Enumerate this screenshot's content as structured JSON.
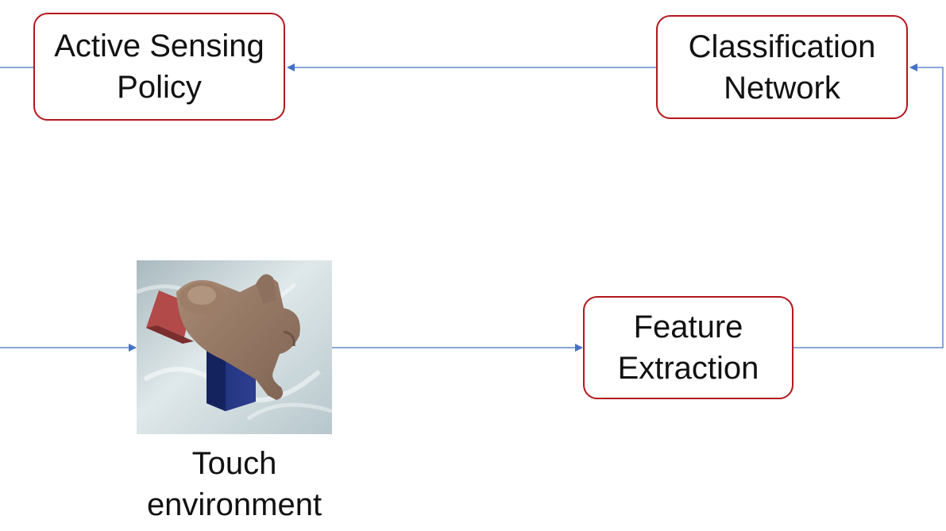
{
  "nodes": {
    "active_sensing_policy": {
      "lines": [
        "Active Sensing",
        "Policy"
      ]
    },
    "classification_network": {
      "lines": [
        "Classification",
        "Network"
      ]
    },
    "feature_extraction": {
      "lines": [
        "Feature",
        "Extraction"
      ]
    },
    "touch_environment": {
      "caption_lines": [
        "Touch",
        "environment"
      ]
    }
  },
  "colors": {
    "box_border": "#b5161d",
    "arrow": "#4472c4",
    "text": "#111111"
  }
}
